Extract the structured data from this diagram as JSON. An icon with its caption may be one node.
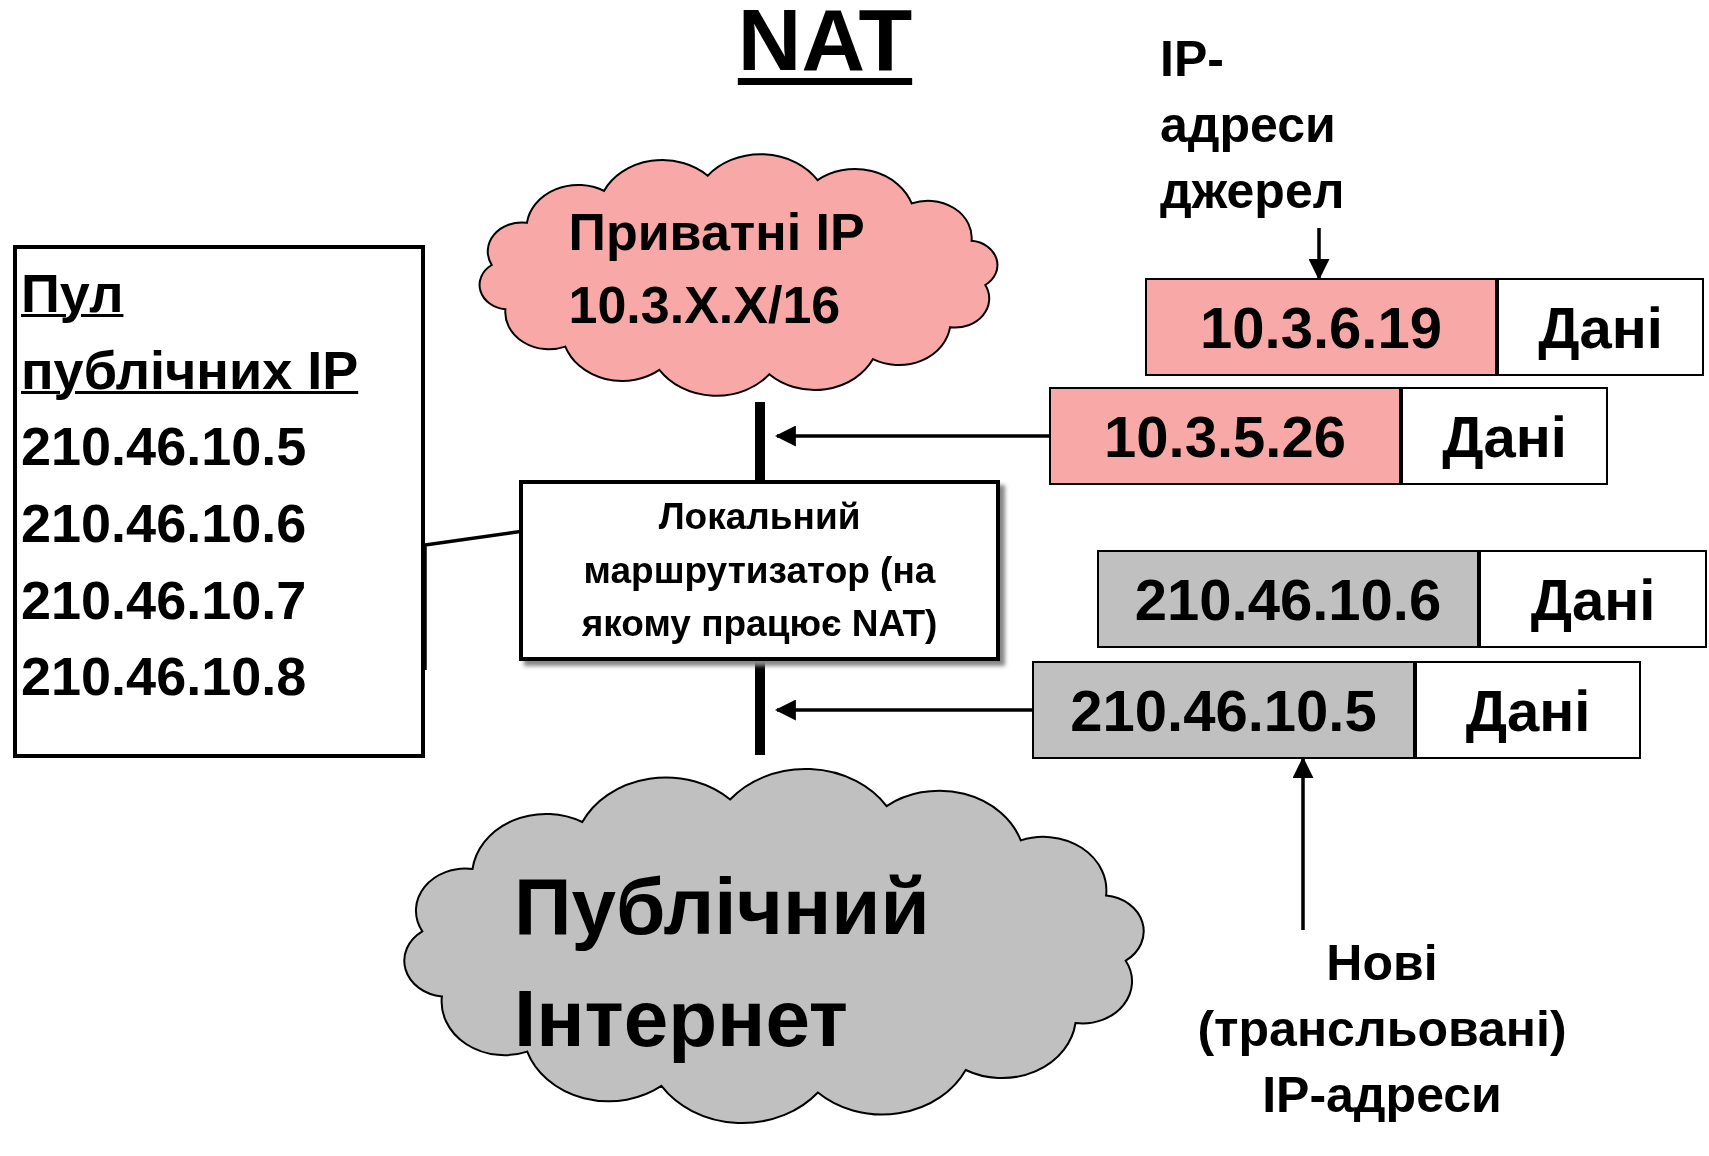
{
  "diagram": {
    "title": "NAT",
    "nodes": [
      {
        "text": [
          "Приватні IP 10.3.X.X/16"
        ]
      },
      {
        "text": [
          "Пул публічних IP",
          "210.46.10.5",
          "210.46.10.6",
          "210.46.10.7",
          "210.46.10.8"
        ]
      },
      {
        "text": [
          "Локальний маршрутизатор (на якому працює NAT)"
        ]
      },
      {
        "text": [
          "IP-адреси джерел"
        ]
      },
      {
        "text": [
          "10.3.6.19"
        ]
      },
      {
        "text": [
          "Дані"
        ]
      },
      {
        "text": [
          "10.3.5.26"
        ]
      },
      {
        "text": [
          "Дані"
        ]
      },
      {
        "text": [
          "210.46.10.6"
        ]
      },
      {
        "text": [
          "Дані"
        ]
      },
      {
        "text": [
          "210.46.10.5"
        ]
      },
      {
        "text": [
          "Дані"
        ]
      },
      {
        "text": [
          "Публічний Інтернет"
        ]
      },
      {
        "text": [
          "Нові (трансльовані) IP-адреси"
        ]
      }
    ],
    "edges": [
      {
        "from": 0,
        "to": 2,
        "arrow": "none",
        "style": "thick"
      },
      {
        "from": 2,
        "to": 12,
        "arrow": "none",
        "style": "thick"
      },
      {
        "from": 1,
        "to": 2,
        "arrow": "none"
      },
      {
        "from": 6,
        "to": 2,
        "arrow": "to"
      },
      {
        "from": 10,
        "to": null,
        "arrow": "to"
      },
      {
        "from": 3,
        "to": 4,
        "arrow": "to"
      },
      {
        "from": 13,
        "to": 10,
        "arrow": "to"
      }
    ]
  }
}
